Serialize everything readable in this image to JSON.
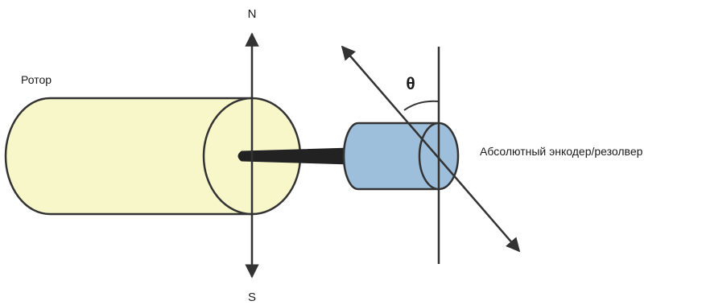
{
  "labels": {
    "north": "N",
    "south": "S",
    "rotor": "Ротор",
    "angle": "θ",
    "encoder": "Абсолютный энкодер/резолвер"
  },
  "colors": {
    "rotor_fill": "#f7f7c9",
    "encoder_fill": "#9dbfdc",
    "shaft": "#222222",
    "stroke": "#333333"
  }
}
